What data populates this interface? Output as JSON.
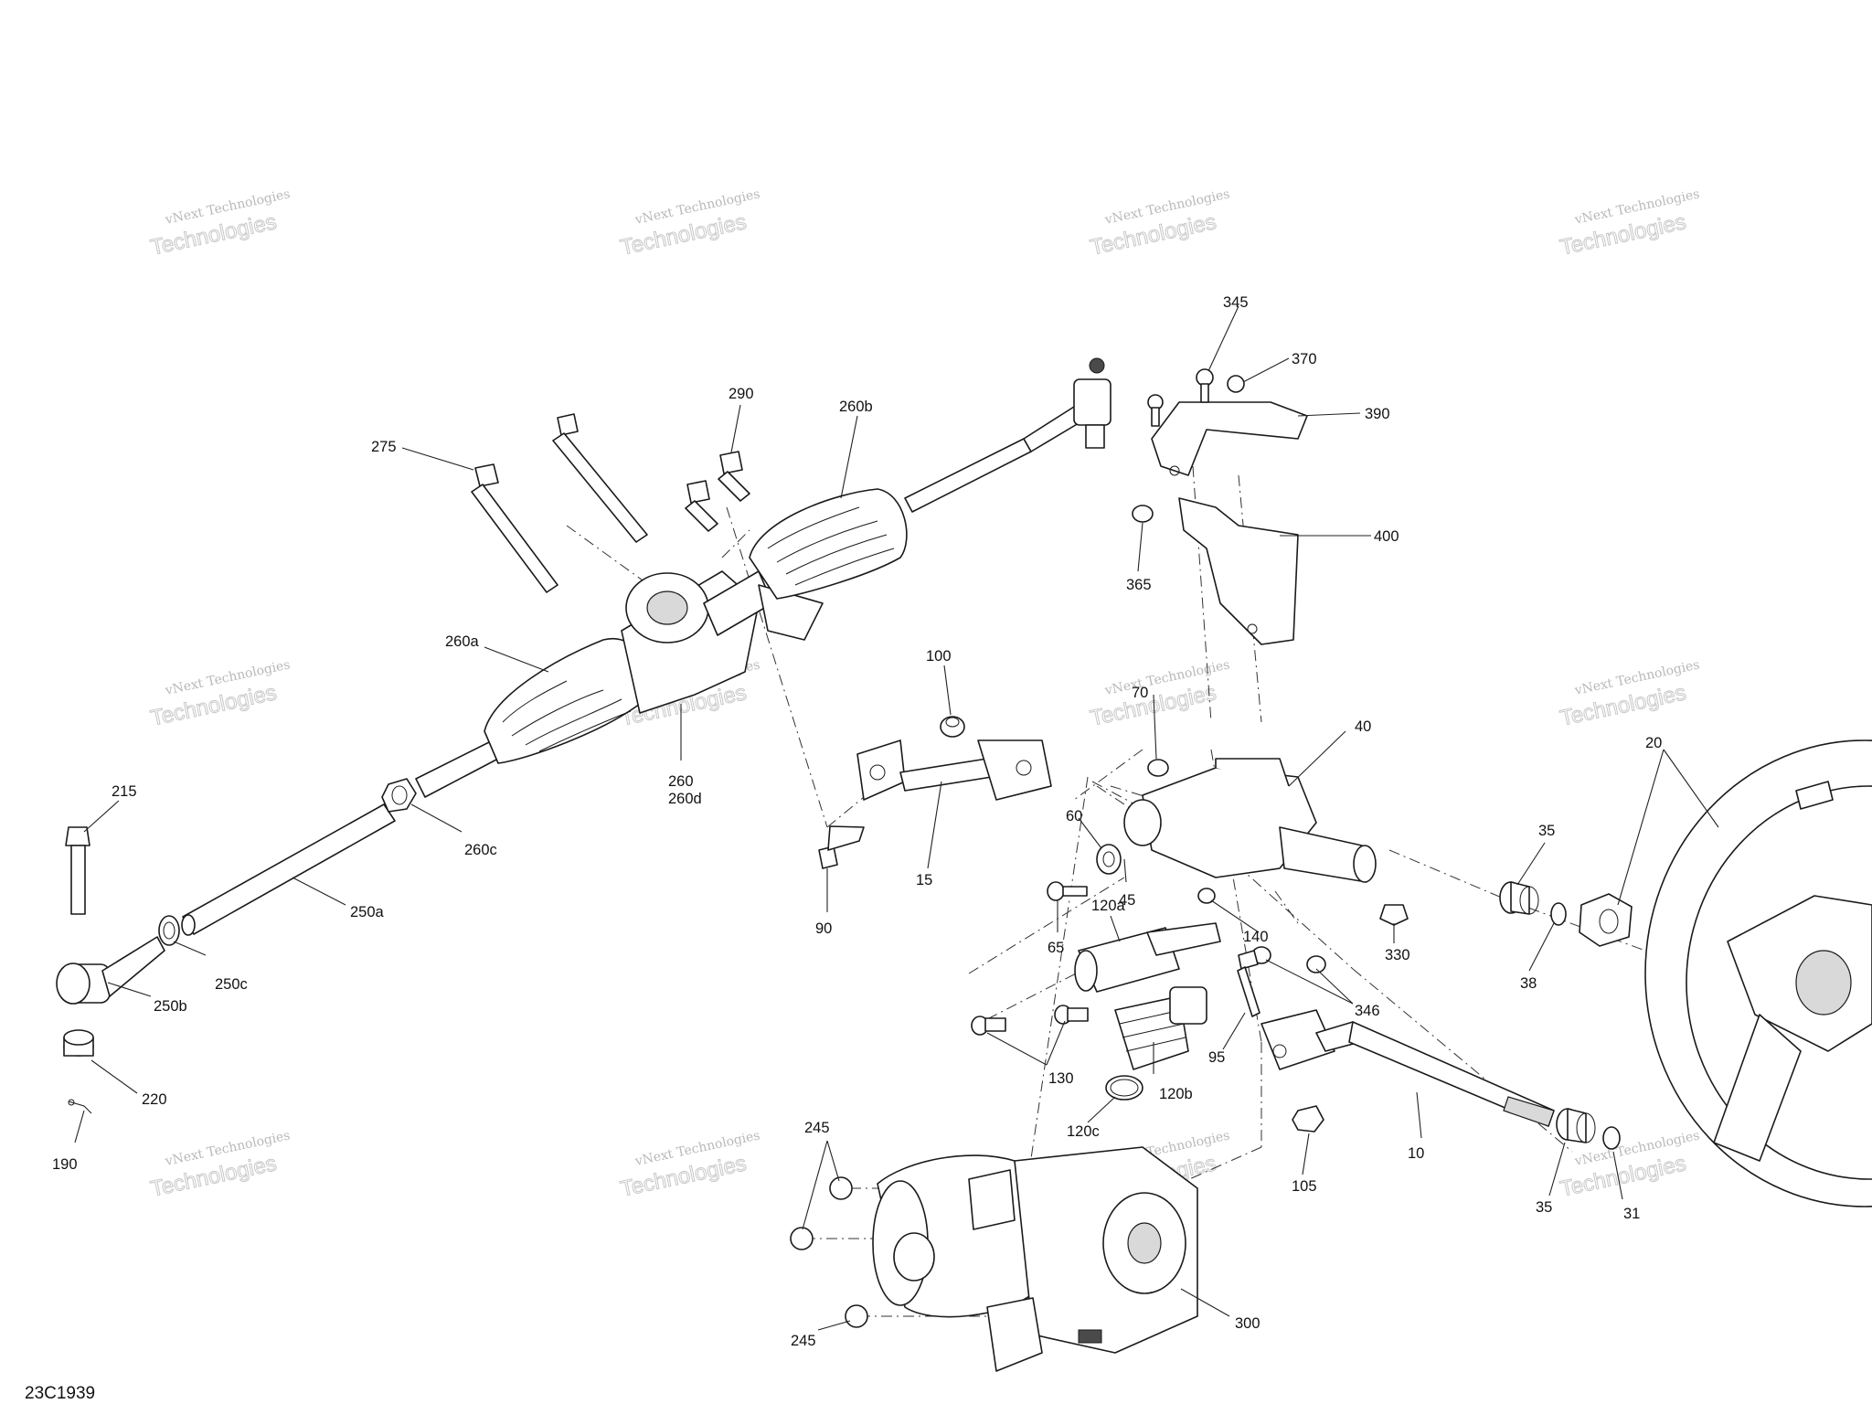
{
  "diagram_code": "23C1939",
  "watermark": {
    "line1": "vNext Technologies",
    "line2": "Technologies"
  },
  "labels": {
    "l10": "10",
    "l15": "15",
    "l20": "20",
    "l31": "31",
    "l35a": "35",
    "l35b": "35",
    "l38": "38",
    "l40": "40",
    "l45": "45",
    "l60": "60",
    "l65": "65",
    "l70": "70",
    "l90": "90",
    "l95": "95",
    "l100": "100",
    "l105": "105",
    "l120a": "120a",
    "l120b": "120b",
    "l120c": "120c",
    "l130": "130",
    "l140": "140",
    "l190": "190",
    "l215": "215",
    "l220": "220",
    "l245a": "245",
    "l245b": "245",
    "l250a": "250a",
    "l250b": "250b",
    "l250c": "250c",
    "l260": "260",
    "l260d": "260d",
    "l260a": "260a",
    "l260b": "260b",
    "l260c": "260c",
    "l275": "275",
    "l290": "290",
    "l300": "300",
    "l330": "330",
    "l345": "345",
    "l346": "346",
    "l365": "365",
    "l370": "370",
    "l390": "390",
    "l400": "400"
  }
}
